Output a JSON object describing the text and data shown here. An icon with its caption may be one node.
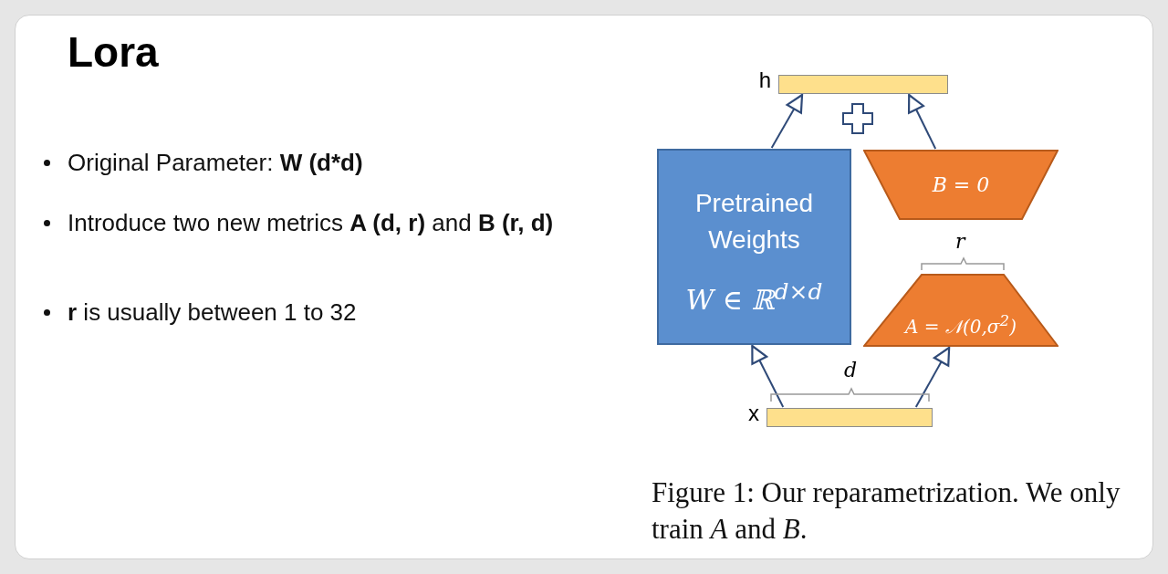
{
  "diagram": {
    "title": "Lora",
    "caption": "Figure 1: Our reparametrization. We only train *A* and *B*.",
    "nodes": [
      {
        "text": [],
        "shape": "bar",
        "beside": [
          "h"
        ]
      },
      {
        "text": [
          "Pretrained Weights",
          "W ∈ ℝ$^{d×d}$"
        ]
      },
      {
        "text": [
          "B = 0"
        ]
      },
      {
        "text": [
          "A = 𝒩(0,σ$^{2}$)"
        ]
      },
      {
        "text": [],
        "shape": "bar",
        "beside": [
          "x"
        ]
      }
    ],
    "edges": [
      {
        "from": 1,
        "to": 0,
        "arrow": "to"
      },
      {
        "from": 2,
        "to": 0,
        "arrow": "to"
      },
      {
        "from": 4,
        "to": 1,
        "arrow": "to"
      },
      {
        "from": 4,
        "to": 3,
        "arrow": "to"
      }
    ],
    "labels": [
      "Original Parameter: **W (d*d)**",
      "Introduce two new metrics **A (d, r)** and **B (r, d)**",
      "**r** is usually between 1 to 32",
      "r",
      "d"
    ]
  }
}
